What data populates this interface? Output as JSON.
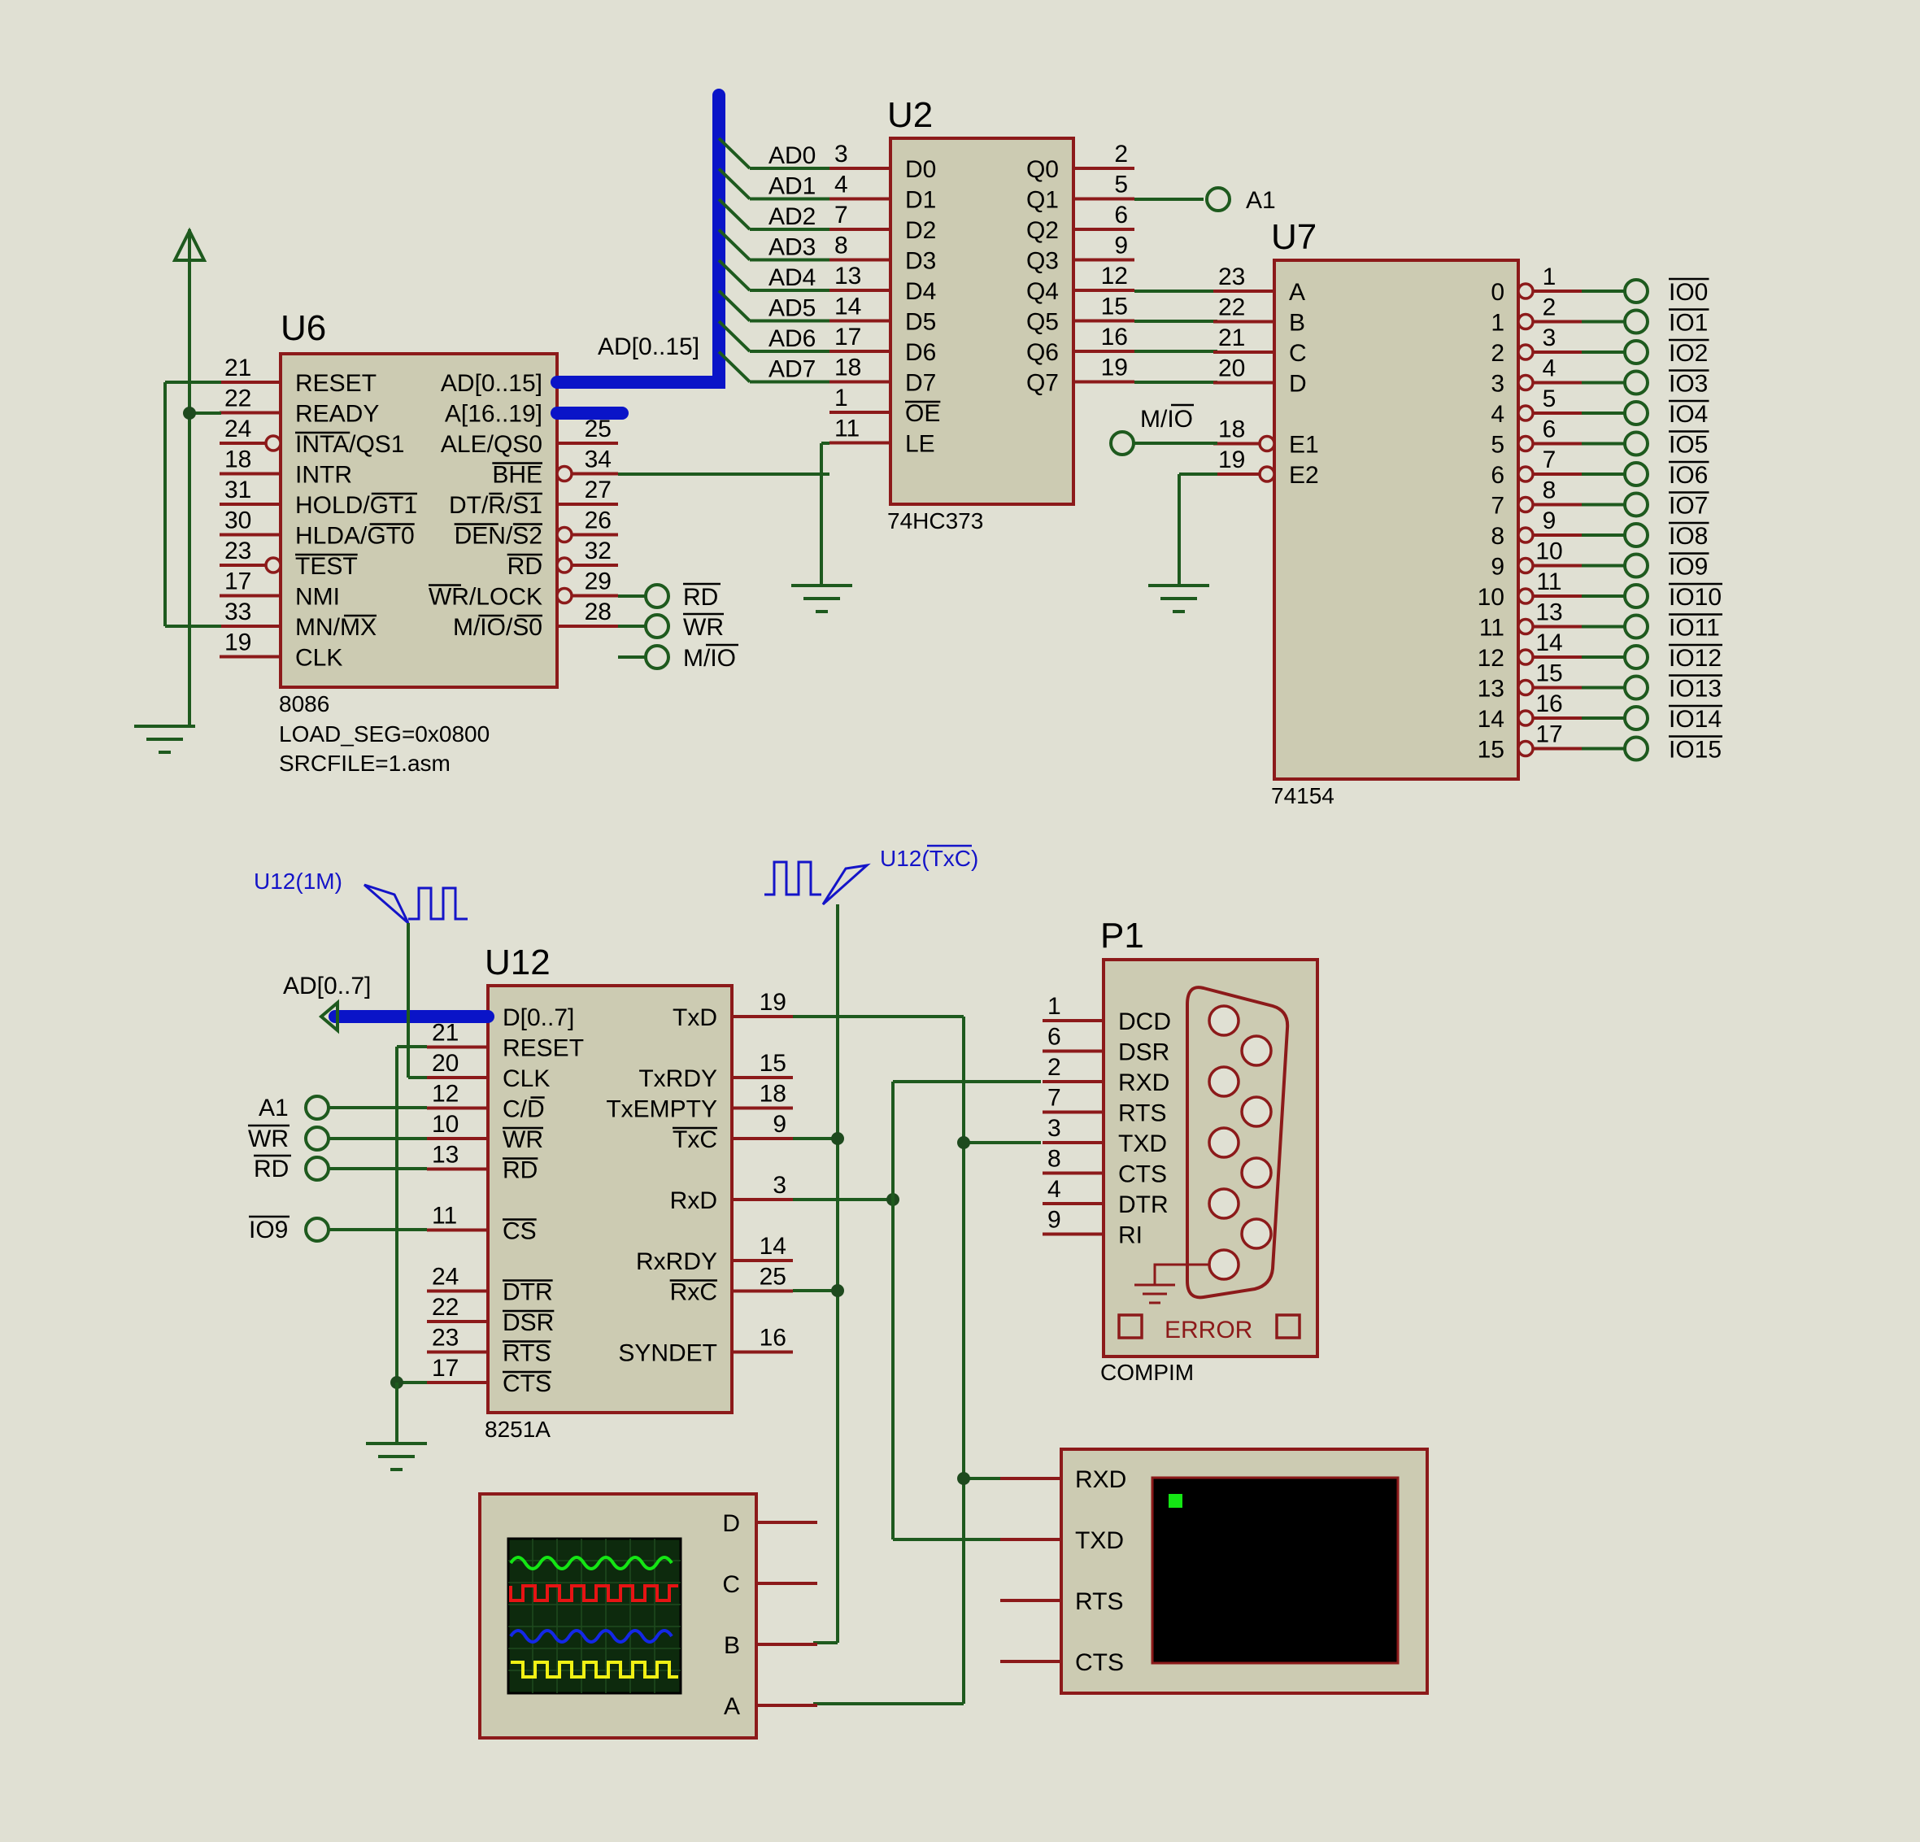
{
  "components": {
    "u6": {
      "ref": "U6",
      "type": "8086",
      "props": [
        "LOAD_SEG=0x0800",
        "SRCFILE=1.asm"
      ],
      "left_pins": [
        {
          "num": "21",
          "name": "RESET"
        },
        {
          "num": "22",
          "name": "READY"
        },
        {
          "num": "24",
          "name": "INTA/QS1"
        },
        {
          "num": "18",
          "name": "INTR"
        },
        {
          "num": "31",
          "name": "HOLD/GT1"
        },
        {
          "num": "30",
          "name": "HLDA/GT0"
        },
        {
          "num": "23",
          "name": "TEST"
        },
        {
          "num": "17",
          "name": "NMI"
        },
        {
          "num": "33",
          "name": "MN/MX"
        },
        {
          "num": "19",
          "name": "CLK"
        }
      ],
      "right_pins": [
        {
          "num": "",
          "name": "AD[0..15]"
        },
        {
          "num": "",
          "name": "A[16..19]"
        },
        {
          "num": "25",
          "name": "ALE/QS0"
        },
        {
          "num": "34",
          "name": "BHE"
        },
        {
          "num": "27",
          "name": "DT/R/S1"
        },
        {
          "num": "26",
          "name": "DEN/S2"
        },
        {
          "num": "32",
          "name": "RD"
        },
        {
          "num": "29",
          "name": "WR/LOCK"
        },
        {
          "num": "28",
          "name": "M/IO/S0"
        }
      ]
    },
    "u2": {
      "ref": "U2",
      "type": "74HC373",
      "left_pins": [
        {
          "num": "3",
          "name": "D0"
        },
        {
          "num": "4",
          "name": "D1"
        },
        {
          "num": "7",
          "name": "D2"
        },
        {
          "num": "8",
          "name": "D3"
        },
        {
          "num": "13",
          "name": "D4"
        },
        {
          "num": "14",
          "name": "D5"
        },
        {
          "num": "17",
          "name": "D6"
        },
        {
          "num": "18",
          "name": "D7"
        },
        {
          "num": "1",
          "name": "OE"
        },
        {
          "num": "11",
          "name": "LE"
        }
      ],
      "right_pins": [
        {
          "num": "2",
          "name": "Q0"
        },
        {
          "num": "5",
          "name": "Q1"
        },
        {
          "num": "6",
          "name": "Q2"
        },
        {
          "num": "9",
          "name": "Q3"
        },
        {
          "num": "12",
          "name": "Q4"
        },
        {
          "num": "15",
          "name": "Q5"
        },
        {
          "num": "16",
          "name": "Q6"
        },
        {
          "num": "19",
          "name": "Q7"
        }
      ],
      "bus_labels": [
        "AD0",
        "AD1",
        "AD2",
        "AD3",
        "AD4",
        "AD5",
        "AD6",
        "AD7"
      ]
    },
    "u7": {
      "ref": "U7",
      "type": "74154",
      "left_pins": [
        {
          "num": "23",
          "name": "A"
        },
        {
          "num": "22",
          "name": "B"
        },
        {
          "num": "21",
          "name": "C"
        },
        {
          "num": "20",
          "name": "D"
        },
        {
          "num": "18",
          "name": "E1"
        },
        {
          "num": "19",
          "name": "E2"
        }
      ],
      "outputs": [
        {
          "idx": "0",
          "num": "1",
          "net": "IO0"
        },
        {
          "idx": "1",
          "num": "2",
          "net": "IO1"
        },
        {
          "idx": "2",
          "num": "3",
          "net": "IO2"
        },
        {
          "idx": "3",
          "num": "4",
          "net": "IO3"
        },
        {
          "idx": "4",
          "num": "5",
          "net": "IO4"
        },
        {
          "idx": "5",
          "num": "6",
          "net": "IO5"
        },
        {
          "idx": "6",
          "num": "7",
          "net": "IO6"
        },
        {
          "idx": "7",
          "num": "8",
          "net": "IO7"
        },
        {
          "idx": "8",
          "num": "9",
          "net": "IO8"
        },
        {
          "idx": "9",
          "num": "10",
          "net": "IO9"
        },
        {
          "idx": "10",
          "num": "11",
          "net": "IO10"
        },
        {
          "idx": "11",
          "num": "13",
          "net": "IO11"
        },
        {
          "idx": "12",
          "num": "14",
          "net": "IO12"
        },
        {
          "idx": "13",
          "num": "15",
          "net": "IO13"
        },
        {
          "idx": "14",
          "num": "16",
          "net": "IO14"
        },
        {
          "idx": "15",
          "num": "17",
          "net": "IO15"
        }
      ]
    },
    "u12": {
      "ref": "U12",
      "type": "8251A",
      "left_pins": [
        {
          "num": "",
          "name": "D[0..7]"
        },
        {
          "num": "21",
          "name": "RESET"
        },
        {
          "num": "20",
          "name": "CLK"
        },
        {
          "num": "12",
          "name": "C/D"
        },
        {
          "num": "10",
          "name": "WR"
        },
        {
          "num": "13",
          "name": "RD"
        },
        {
          "num": "11",
          "name": "CS"
        },
        {
          "num": "24",
          "name": "DTR"
        },
        {
          "num": "22",
          "name": "DSR"
        },
        {
          "num": "23",
          "name": "RTS"
        },
        {
          "num": "17",
          "name": "CTS"
        }
      ],
      "right_pins": [
        {
          "num": "19",
          "name": "TxD"
        },
        {
          "num": "15",
          "name": "TxRDY"
        },
        {
          "num": "18",
          "name": "TxEMPTY"
        },
        {
          "num": "9",
          "name": "TxC"
        },
        {
          "num": "3",
          "name": "RxD"
        },
        {
          "num": "14",
          "name": "RxRDY"
        },
        {
          "num": "25",
          "name": "RxC"
        },
        {
          "num": "16",
          "name": "SYNDET"
        }
      ]
    },
    "p1": {
      "ref": "P1",
      "type": "COMPIM",
      "error": "ERROR",
      "pins": [
        {
          "num": "1",
          "name": "DCD"
        },
        {
          "num": "6",
          "name": "DSR"
        },
        {
          "num": "2",
          "name": "RXD"
        },
        {
          "num": "7",
          "name": "RTS"
        },
        {
          "num": "3",
          "name": "TXD"
        },
        {
          "num": "8",
          "name": "CTS"
        },
        {
          "num": "4",
          "name": "DTR"
        },
        {
          "num": "9",
          "name": "RI"
        }
      ]
    },
    "terminal": {
      "pins": [
        "RXD",
        "TXD",
        "RTS",
        "CTS"
      ]
    },
    "scope": {
      "pins": [
        "D",
        "C",
        "B",
        "A"
      ]
    }
  },
  "nets": {
    "ad_bus": "AD[0..15]",
    "ad_bus_low": "AD[0..7]",
    "a1": "A1",
    "mio": "M/IO",
    "rd": "RD",
    "wr": "WR",
    "io9": "IO9",
    "clk_gen1": "U12(1M)",
    "clk_gen2": "U12(TxC)",
    "u12_a1": "A1",
    "u12_wr": "WR",
    "u12_rd": "RD"
  },
  "colors": {
    "background": "#e0e0d3",
    "component_fill": "#cccbb2",
    "outline": "#8c1a1a",
    "wire": "#1e5a1e",
    "bus": "#0a14c8",
    "generator_label": "#1414c8",
    "trace_green": "#14e614",
    "trace_red": "#e61414",
    "trace_blue": "#1428e6",
    "trace_yellow": "#f0f014"
  },
  "icons": [
    "ground-icon",
    "power-arrow-icon",
    "generator-icon",
    "db9-connector-icon",
    "oscilloscope-icon",
    "terminal-screen-icon"
  ]
}
